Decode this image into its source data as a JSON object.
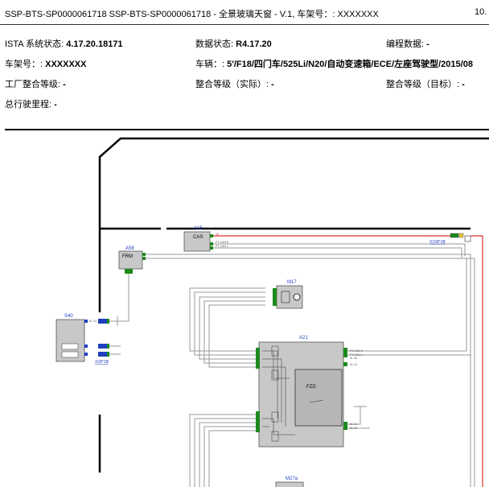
{
  "header": {
    "title": "SSP-BTS-SP0000061718 SSP-BTS-SP0000061718 - 全景玻璃天窗 - V.1, 车架号：: XXXXXXX",
    "page_fragment": "10."
  },
  "info": {
    "ista_label": "ISTA 系统状态: ",
    "ista_value": "4.17.20.18171",
    "data_status_label": "数据状态: ",
    "data_status_value": "R4.17.20",
    "programming_label": "编程数据: ",
    "programming_value": "-",
    "vin_label": "车架号：: ",
    "vin_value": "XXXXXXX",
    "vehicle_label": "车辆：: ",
    "vehicle_value": "5'/F18/四门车/525Li/N20/自动变速箱/ECE/左座驾驶型/2015/08",
    "factory_level_label": "工厂整合等级: ",
    "factory_level_value": "-",
    "actual_level_label": "整合等级（实际）: ",
    "actual_level_value": "-",
    "target_level_label": "整合等级（目标）: ",
    "target_level_value": "-",
    "mileage_label": "总行驶里程: ",
    "mileage_value": "-"
  },
  "diagram": {
    "components": {
      "a15": {
        "ref": "A15",
        "name": "CAS"
      },
      "a58": {
        "ref": "A58",
        "name": "FRM"
      },
      "m17": {
        "ref": "M17"
      },
      "s40": {
        "ref": "S40"
      },
      "a21": {
        "ref": "A21",
        "name": "FZD"
      },
      "m27a": {
        "ref": "M27a"
      }
    },
    "connectors": {
      "x158": "X158*1B",
      "x28": "X28*1B"
    },
    "pins": {
      "kl31": "KL 31",
      "kl30": "KL 30",
      "kl15": "15",
      "pt_can_h": "PT-CAN H",
      "pt_can_l": "PT-CAN L",
      "kl30_b": "KL 30"
    },
    "colors": {
      "wire_red": "#e03030",
      "wire_gray": "#9a9a9a",
      "pin_green": "#1c8a1c",
      "pin_blue": "#1f3fbf",
      "box_fill": "#c8c8c8",
      "label_blue": "#1f3fbf"
    }
  }
}
